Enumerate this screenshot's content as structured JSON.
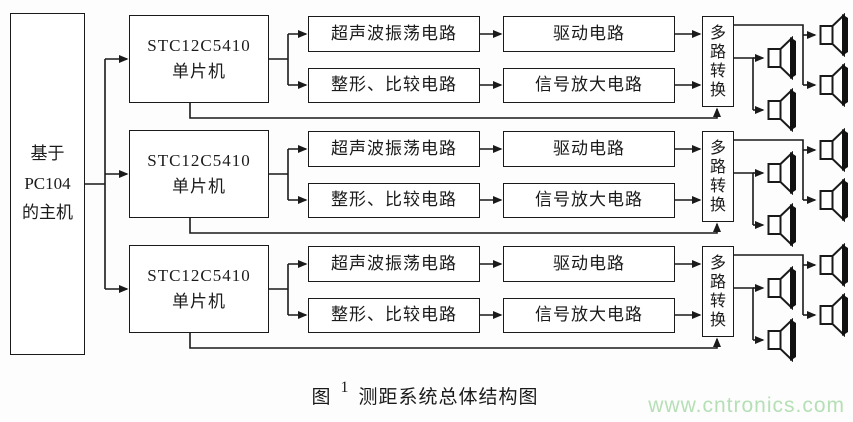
{
  "colors": {
    "line": "#1a1a1a",
    "box_background": "#ffffff",
    "page_background": "#fdfdfd",
    "watermark_green": "#b5dfb5"
  },
  "diagram": {
    "host": {
      "lines": [
        "基于",
        "PC104",
        "的主机"
      ]
    },
    "groups": [
      {
        "mcu_line1": "STC12C5410",
        "mcu_line2": "单片机",
        "oscillator": "超声波振荡电路",
        "shaping": "整形、比较电路",
        "driver": "驱动电路",
        "amplifier": "信号放大电路",
        "mux": "多路转换"
      },
      {
        "mcu_line1": "STC12C5410",
        "mcu_line2": "单片机",
        "oscillator": "超声波振荡电路",
        "shaping": "整形、比较电路",
        "driver": "驱动电路",
        "amplifier": "信号放大电路",
        "mux": "多路转换"
      },
      {
        "mcu_line1": "STC12C5410",
        "mcu_line2": "单片机",
        "oscillator": "超声波振荡电路",
        "shaping": "整形、比较电路",
        "driver": "驱动电路",
        "amplifier": "信号放大电路",
        "mux": "多路转换"
      }
    ],
    "transducers_per_group": 4
  },
  "caption": {
    "figure_label": "图",
    "figure_number": "1",
    "title": "测距系统总体结构图"
  },
  "watermark": {
    "text": "www.cntronics.com"
  }
}
